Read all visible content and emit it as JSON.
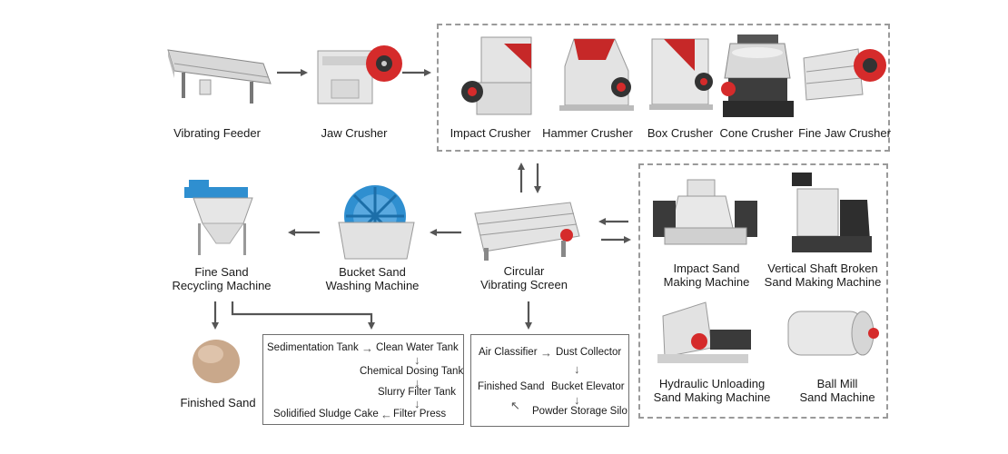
{
  "top_row": {
    "vibrating_feeder": "Vibrating Feeder",
    "jaw_crusher": "Jaw Crusher",
    "crushers": [
      "Impact Crusher",
      "Hammer Crusher",
      "Box Crusher",
      "Cone Crusher",
      "Fine Jaw Crusher"
    ]
  },
  "middle_row": {
    "fine_sand_recycling": [
      "Fine Sand",
      "Recycling Machine"
    ],
    "bucket_sand_washing": [
      "Bucket Sand",
      "Washing Machine"
    ],
    "circular_vibrating_screen": [
      "Circular",
      "Vibrating Screen"
    ]
  },
  "right_group": {
    "impact_sand_making": [
      "Impact Sand",
      "Making Machine"
    ],
    "vertical_shaft": [
      "Vertical Shaft Broken",
      "Sand Making Machine"
    ],
    "hydraulic_unloading": [
      "Hydraulic Unloading",
      "Sand Making Machine"
    ],
    "ball_mill": [
      "Ball Mill",
      "Sand Machine"
    ]
  },
  "finished_sand": "Finished Sand",
  "water_box": {
    "sedimentation_tank": "Sedimentation Tank",
    "clean_water_tank": "Clean Water Tank",
    "chemical_dosing_tank": "Chemical Dosing Tank",
    "slurry_filter_tank": "Slurry Filter Tank",
    "filter_press": "Filter Press",
    "solidified_sludge_cake": "Solidified Sludge Cake"
  },
  "powder_box": {
    "air_classifier": "Air Classifier",
    "dust_collector": "Dust Collector",
    "bucket_elevator": "Bucket Elevator",
    "finished_sand": "Finished Sand",
    "powder_storage_silo": "Powder Storage Silo"
  },
  "colors": {
    "accent_red": "#d52b2b",
    "machine_blue": "#2f8fd0",
    "arrow_gray": "#555555",
    "dashed_border": "#9a9a9a"
  }
}
